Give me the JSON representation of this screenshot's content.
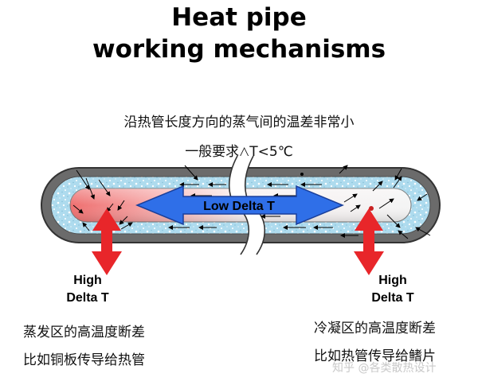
{
  "title": {
    "line1": "Heat pipe",
    "line2": "working mechanisms"
  },
  "note": {
    "line1": "沿热管长度方向的蒸气间的温差非常小",
    "line2": "一般要求△T<5℃"
  },
  "center_label": "Low Delta T",
  "left_label": {
    "line1": "High",
    "line2": "Delta T"
  },
  "right_label": {
    "line1": "High",
    "line2": "Delta T"
  },
  "evaporator_note": {
    "line1": "蒸发区的高温度断差",
    "line2": "比如铜板传导给热管"
  },
  "condenser_note": {
    "line1": "冷凝区的高温度断差",
    "line2": "比如热管传导给鳍片"
  },
  "watermark": "知乎 @各类散热设计",
  "colors": {
    "pipe_wall": "#6b6b6b",
    "wick": "#a9d6ea",
    "vapor_hot": "#f07f7f",
    "vapor_cold": "#f2f2f2",
    "arrow_blue": "#2f6fe8",
    "arrow_red": "#e8262a"
  }
}
